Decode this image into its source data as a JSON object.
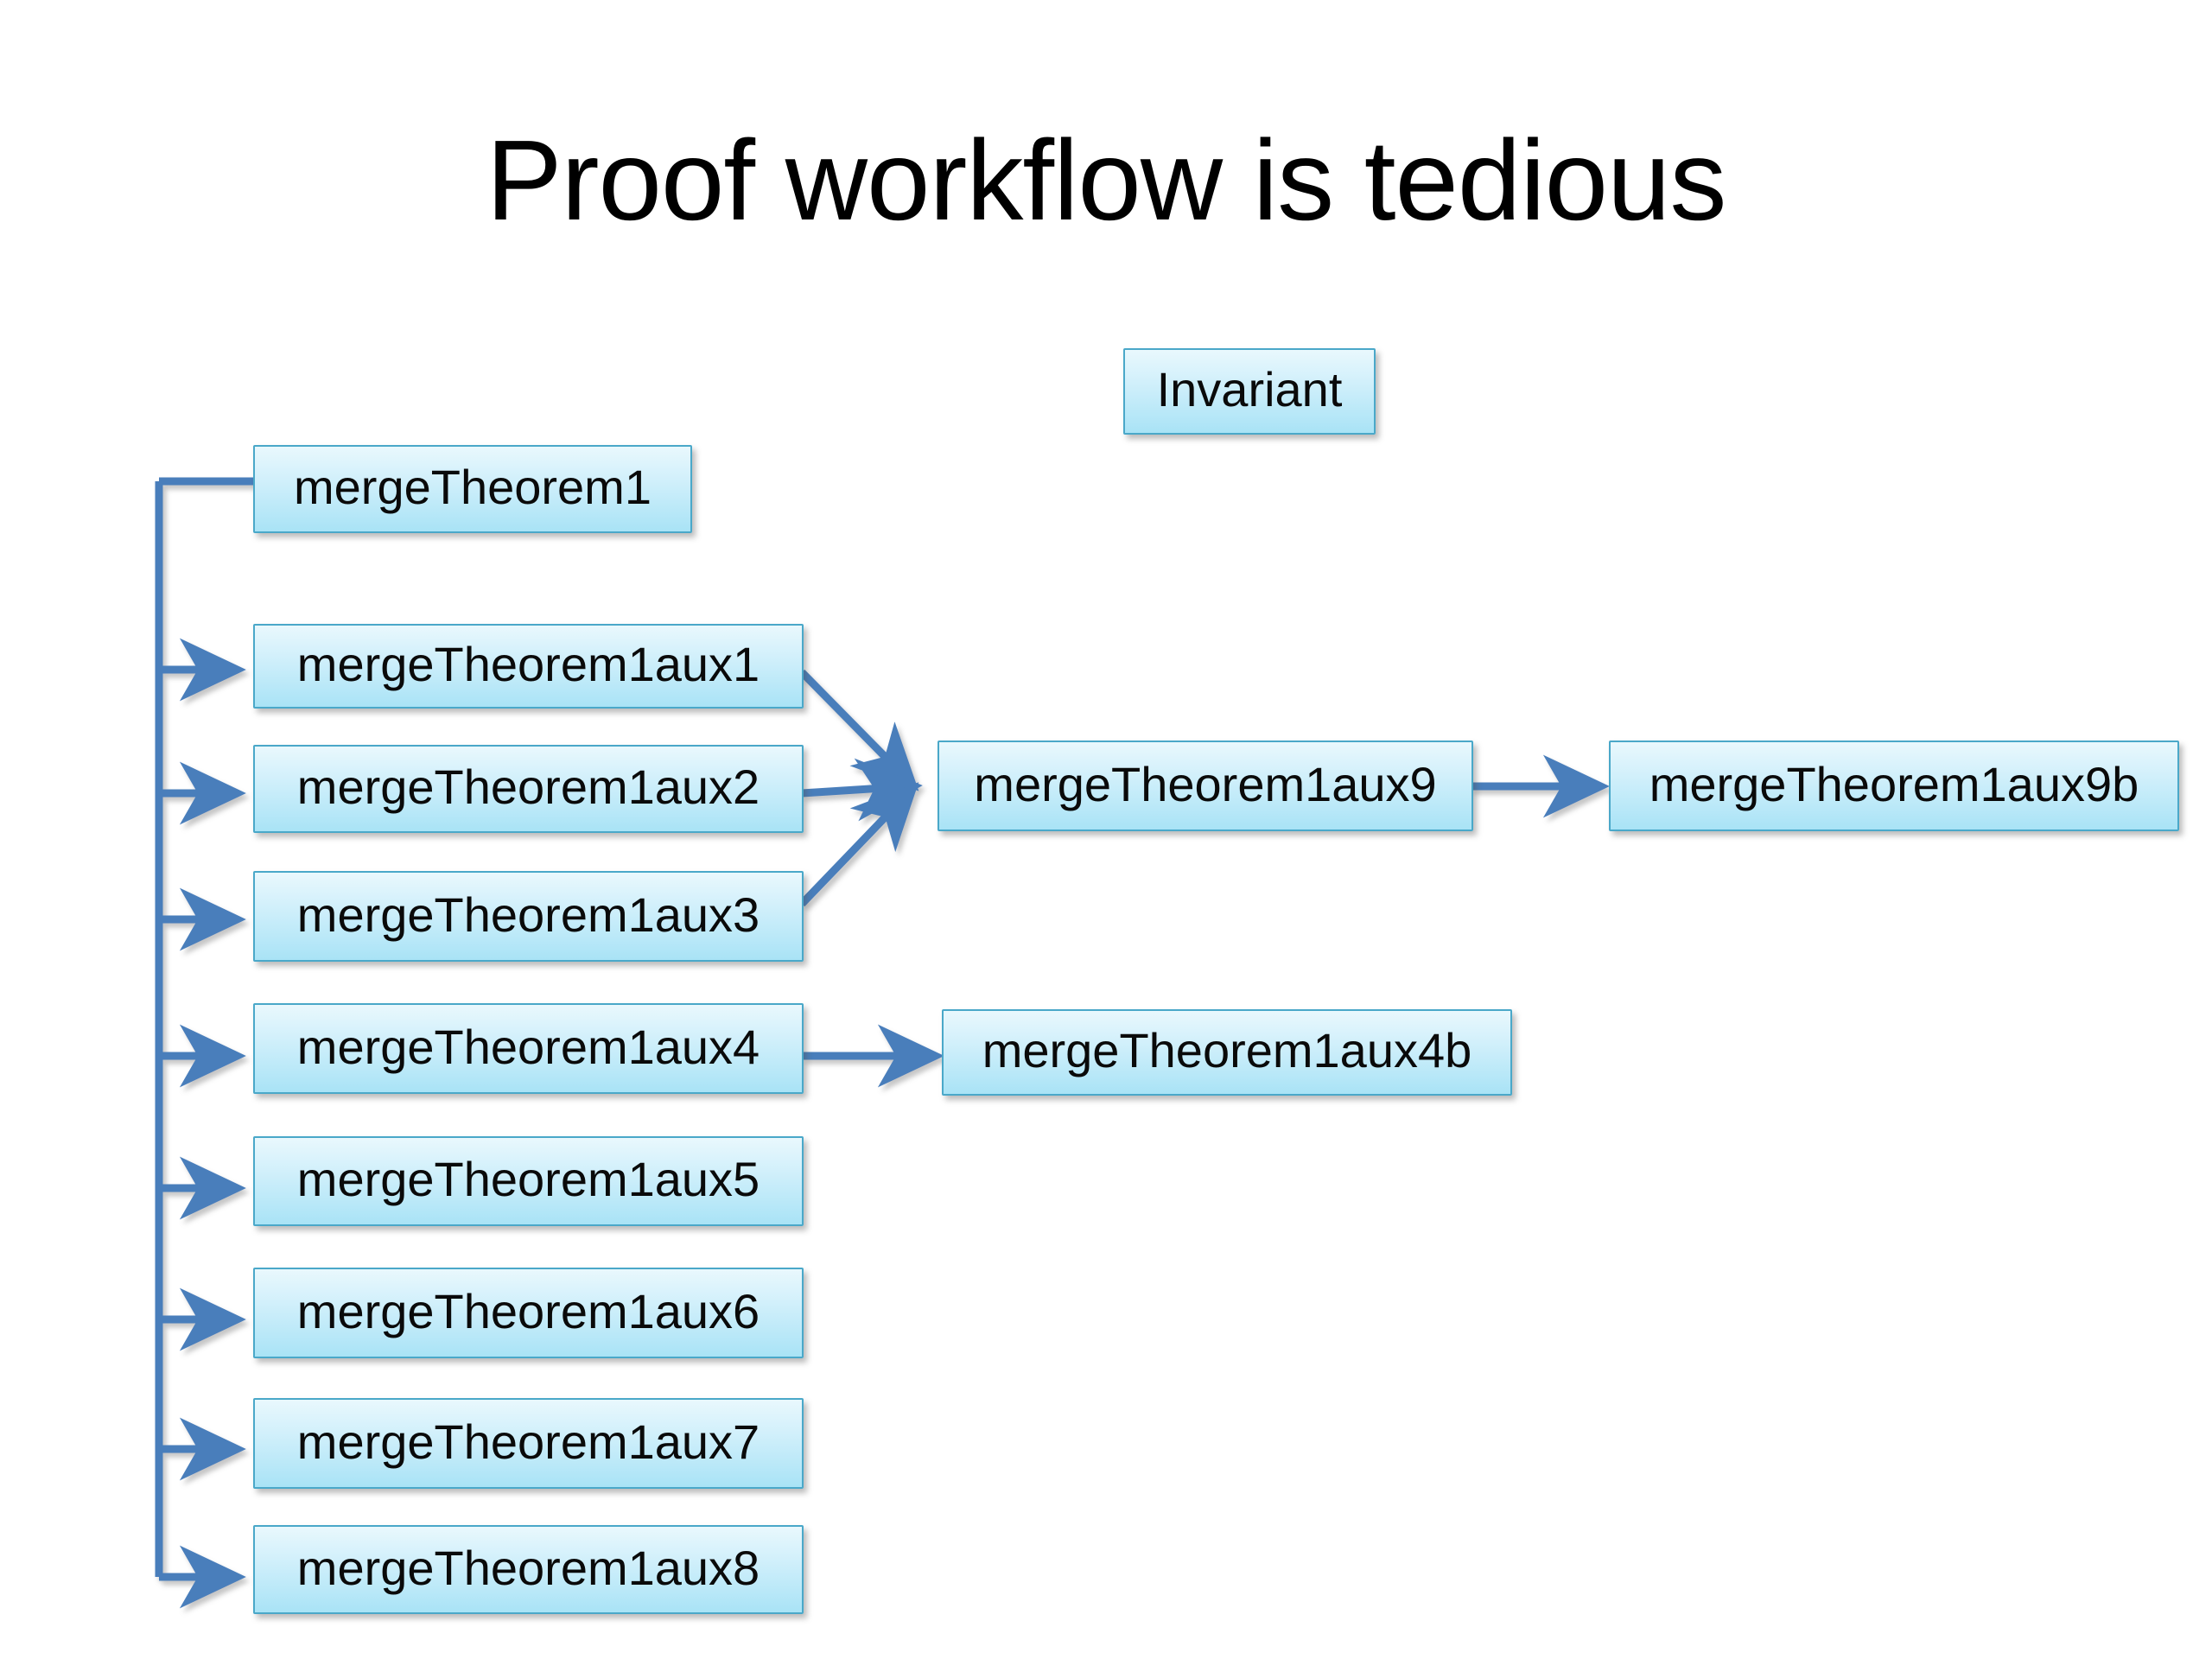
{
  "slide": {
    "title": "Proof workflow is tedious",
    "background_color": "#ffffff",
    "node_fill_top": "#e9f8fd",
    "node_fill_bottom": "#a9e3f6",
    "node_border_color": "#4aa8c9",
    "connector_color": "#4a7ebb",
    "text_color": "#000000"
  },
  "nodes": {
    "invariant": {
      "label": "Invariant"
    },
    "theorem1": {
      "label": "mergeTheorem1"
    },
    "aux1": {
      "label": "mergeTheorem1aux1"
    },
    "aux2": {
      "label": "mergeTheorem1aux2"
    },
    "aux3": {
      "label": "mergeTheorem1aux3"
    },
    "aux4": {
      "label": "mergeTheorem1aux4"
    },
    "aux5": {
      "label": "mergeTheorem1aux5"
    },
    "aux6": {
      "label": "mergeTheorem1aux6"
    },
    "aux7": {
      "label": "mergeTheorem1aux7"
    },
    "aux8": {
      "label": "mergeTheorem1aux8"
    },
    "aux9": {
      "label": "mergeTheorem1aux9"
    },
    "aux9b": {
      "label": "mergeTheorem1aux9b"
    },
    "aux4b": {
      "label": "mergeTheorem1aux4b"
    }
  },
  "edges": [
    {
      "from": "trunk",
      "to": "theorem1",
      "arrowhead": false
    },
    {
      "from": "trunk",
      "to": "aux1",
      "arrowhead": true
    },
    {
      "from": "trunk",
      "to": "aux2",
      "arrowhead": true
    },
    {
      "from": "trunk",
      "to": "aux3",
      "arrowhead": true
    },
    {
      "from": "trunk",
      "to": "aux4",
      "arrowhead": true
    },
    {
      "from": "trunk",
      "to": "aux5",
      "arrowhead": true
    },
    {
      "from": "trunk",
      "to": "aux6",
      "arrowhead": true
    },
    {
      "from": "trunk",
      "to": "aux7",
      "arrowhead": true
    },
    {
      "from": "trunk",
      "to": "aux8",
      "arrowhead": true
    },
    {
      "from": "aux1",
      "to": "aux9",
      "arrowhead": true
    },
    {
      "from": "aux2",
      "to": "aux9",
      "arrowhead": true
    },
    {
      "from": "aux3",
      "to": "aux9",
      "arrowhead": true
    },
    {
      "from": "aux9",
      "to": "aux9b",
      "arrowhead": true
    },
    {
      "from": "aux4",
      "to": "aux4b",
      "arrowhead": true
    }
  ]
}
